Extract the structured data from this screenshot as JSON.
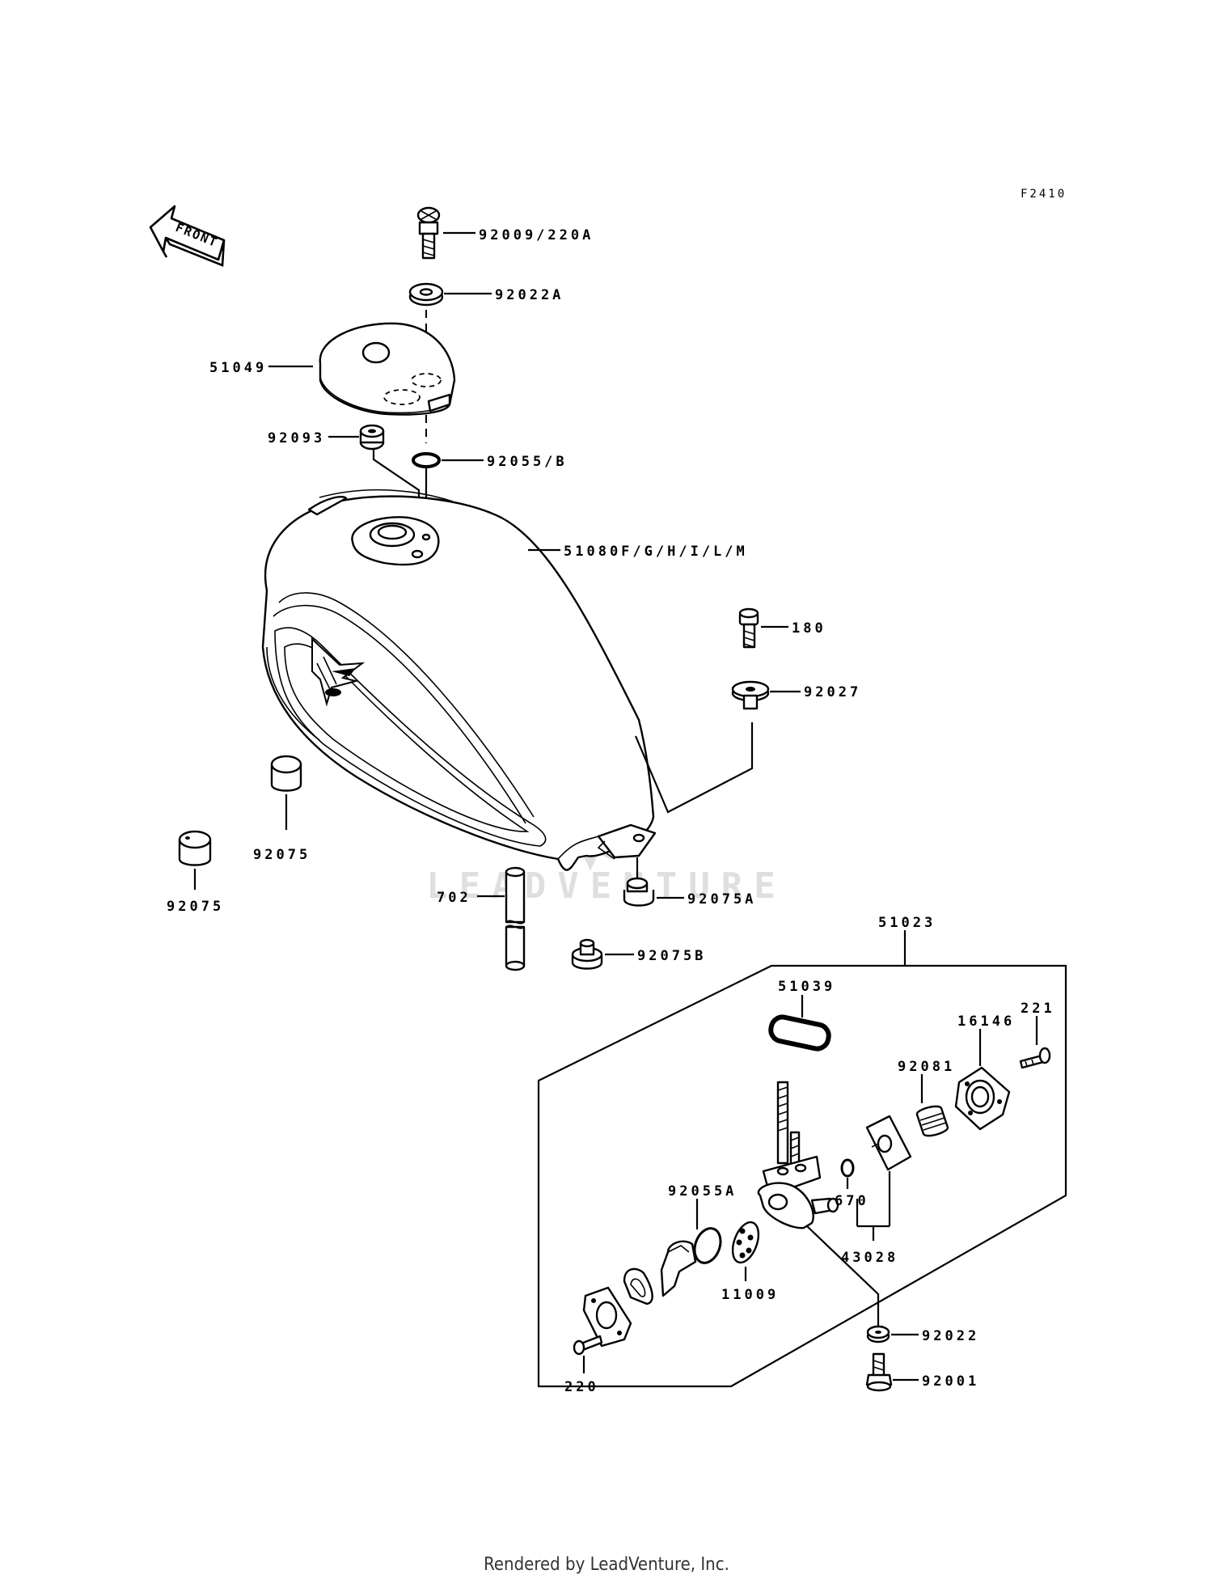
{
  "figure_code": "F2410",
  "front_label": "FRONT",
  "watermark": "LEADVENTURE",
  "footer": "Rendered by LeadVenture, Inc.",
  "parts": {
    "p92009": "92009/220A",
    "p92022A": "92022A",
    "p51049": "51049",
    "p92093": "92093",
    "p92055B": "92055/B",
    "p51080": "51080F/G/H/I/L/M",
    "p180": "180",
    "p92027": "92027",
    "p92075_a": "92075",
    "p92075_b": "92075",
    "p702": "702",
    "p92075A": "92075A",
    "p92075B": "92075B",
    "p51023": "51023",
    "p51039": "51039",
    "p16146": "16146",
    "p221": "221",
    "p92081": "92081",
    "p92055A": "92055A",
    "p670": "670",
    "p43028": "43028",
    "p11009": "11009",
    "p220": "220",
    "p92022": "92022",
    "p92001": "92001"
  }
}
